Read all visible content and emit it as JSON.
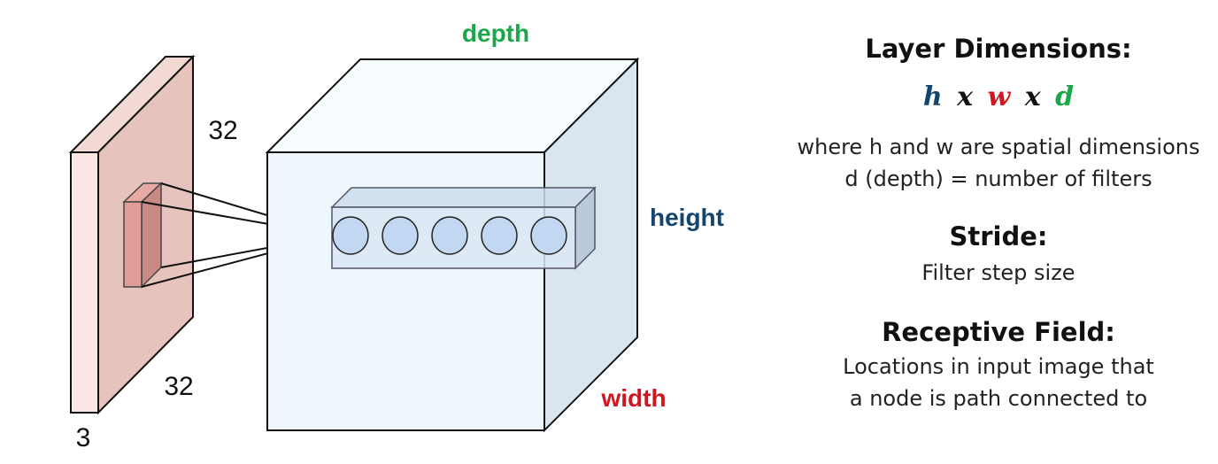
{
  "diagram": {
    "input_width_label": "32",
    "input_height_label": "32",
    "input_depth_label": "3",
    "volume_depth_label": "depth",
    "volume_height_label": "height",
    "volume_width_label": "width",
    "neuron_count": 5
  },
  "panel": {
    "layer_dimensions": {
      "heading": "Layer Dimensions:",
      "h": "h",
      "x1": "x",
      "w": "w",
      "x2": "x",
      "d": "d",
      "desc_line1": "where h and w are spatial dimensions",
      "desc_line2": "d (depth) = number of filters"
    },
    "stride": {
      "heading": "Stride:",
      "desc": "Filter step size"
    },
    "receptive_field": {
      "heading": "Receptive Field:",
      "desc_line1": "Locations in input image that",
      "desc_line2": "a node is path connected to"
    }
  },
  "colors": {
    "depth": "#1aa84a",
    "height": "#14456e",
    "width": "#d0161e",
    "input_front": "#fbe7e3",
    "input_side": "#e6c3bd",
    "volume_front": "#eef8fc",
    "volume_side": "#d9e5ef"
  }
}
